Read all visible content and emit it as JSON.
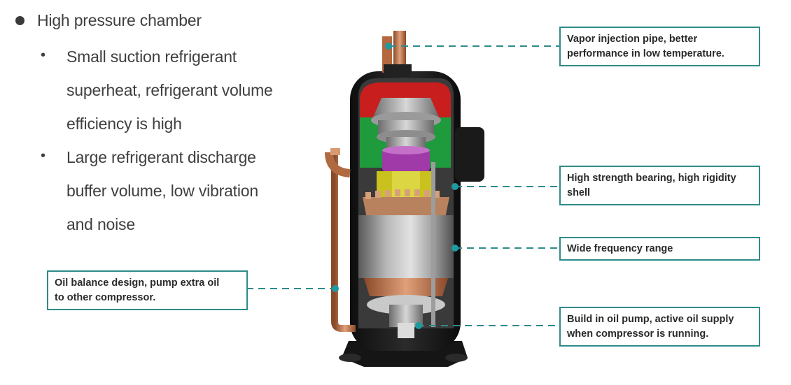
{
  "bullets": {
    "main": "High pressure chamber",
    "sub": [
      {
        "lines": [
          "Small suction refrigerant",
          "superheat, refrigerant volume",
          "efficiency is high"
        ]
      },
      {
        "lines": [
          "Large refrigerant discharge",
          "buffer volume, low vibration",
          "and noise"
        ]
      }
    ]
  },
  "callouts": {
    "vapor_injection": {
      "line1": "Vapor injection pipe, better",
      "line2": "performance  in low temperature."
    },
    "bearing": {
      "line1": "High strength bearing, high  rigidity",
      "line2": "shell"
    },
    "frequency": {
      "line1": "Wide frequency range"
    },
    "oil_pump": {
      "line1": "Build in oil pump, active oil supply",
      "line2": "when compressor is running."
    },
    "oil_balance": {
      "line1": "Oil balance design, pump extra oil",
      "line2": "to other compressor."
    }
  },
  "colors": {
    "callout_border": "#2e8b8b",
    "leader": "#2e8b8b",
    "marker": "#1f9aa0"
  }
}
